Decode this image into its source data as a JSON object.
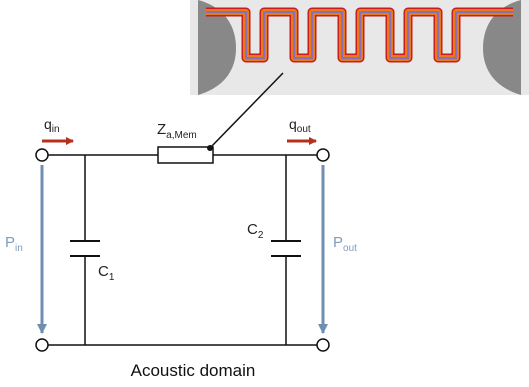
{
  "labels": {
    "q_in": {
      "main": "q",
      "sub": "in"
    },
    "q_out": {
      "main": "q",
      "sub": "out"
    },
    "p_in": {
      "main": "P",
      "sub": "in"
    },
    "p_out": {
      "main": "P",
      "sub": "out"
    },
    "c1": {
      "main": "C",
      "sub": "1"
    },
    "c2": {
      "main": "C",
      "sub": "2"
    },
    "z_mem": {
      "main": "Z",
      "sub": "a,Mem"
    },
    "caption": "Acoustic domain"
  },
  "colors": {
    "wire": "#111111",
    "flow_arrow": "#b5311c",
    "pressure_arrow": "#6f8fb0",
    "pressure_text": "#7d9cbc",
    "membrane_orange": "#e87a1c",
    "membrane_red": "#c61e1e",
    "membrane_purple": "#8a6fb4",
    "membrane_gray": "#8a8a8a",
    "inset_bg": "#e8e8e8"
  },
  "icons": {
    "membrane": "corrugated-membrane-icon",
    "capacitor": "capacitor-symbol",
    "impedance": "resistor-box-symbol",
    "terminal": "open-circle-terminal"
  }
}
